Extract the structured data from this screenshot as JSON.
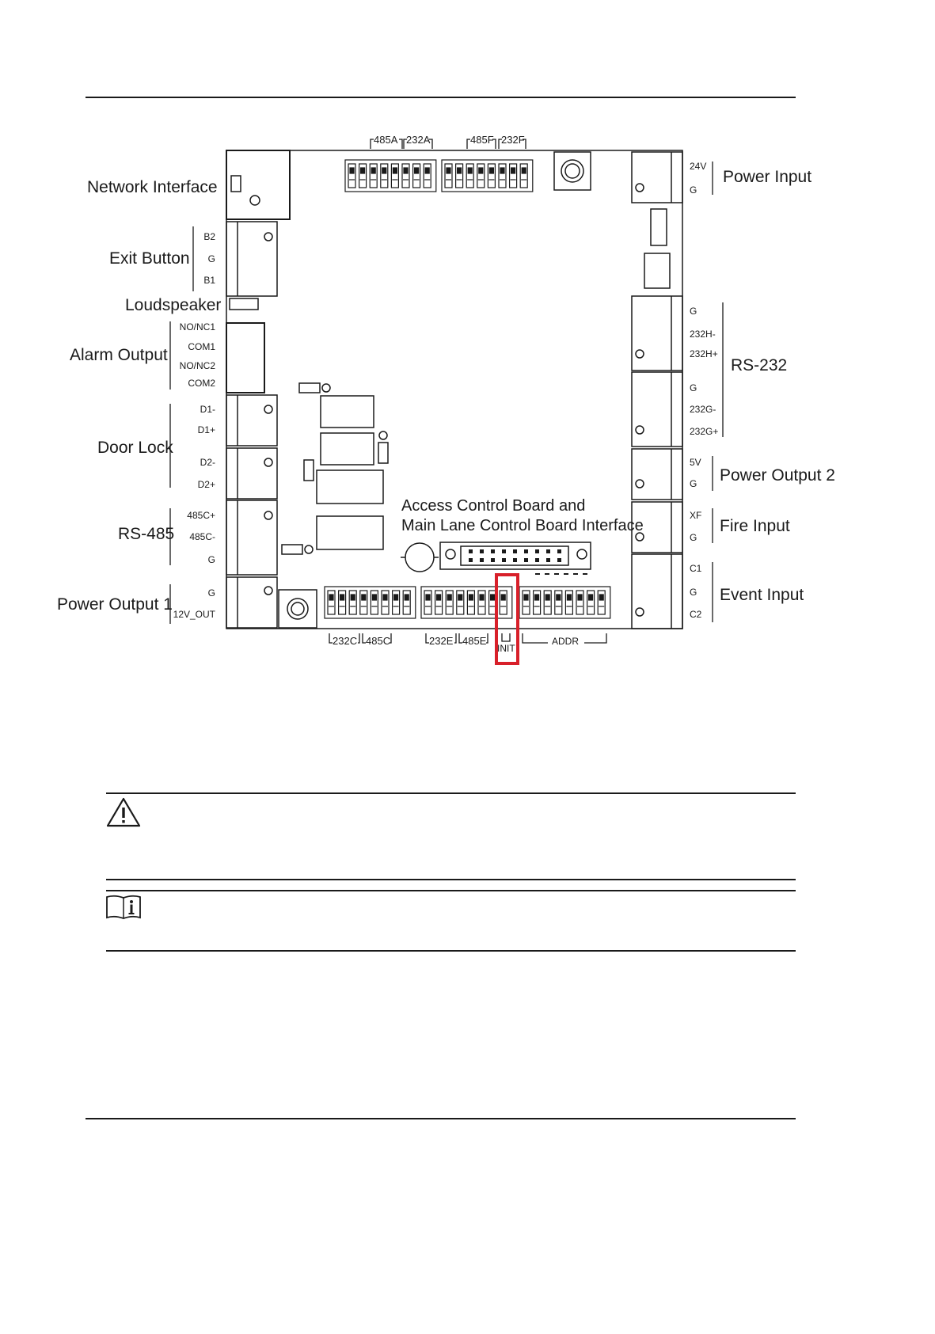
{
  "diagram": {
    "left_labels": {
      "network_interface": "Network Interface",
      "exit_button": "Exit Button",
      "loudspeaker": "Loudspeaker",
      "alarm_output": "Alarm Output",
      "door_lock": "Door Lock",
      "rs485": "RS-485",
      "power_output_1": "Power Output 1"
    },
    "right_labels": {
      "power_input": "Power Input",
      "rs232": "RS-232",
      "power_output_2": "Power Output 2",
      "fire_input": "Fire Input",
      "event_input": "Event Input"
    },
    "center_label_line1": "Access Control Board and",
    "center_label_line2": "Main Lane Control Board Interface",
    "left_pins": {
      "b2": "B2",
      "g1": "G",
      "b1": "B1",
      "nonc1": "NO/NC1",
      "com1": "COM1",
      "nonc2": "NO/NC2",
      "com2": "COM2",
      "d1m": "D1-",
      "d1p": "D1+",
      "d2m": "D2-",
      "d2p": "D2+",
      "c485p": "485C+",
      "c485m": "485C-",
      "g485": "G",
      "gpo": "G",
      "v12out": "12V_OUT"
    },
    "right_pins": {
      "v24": "24V",
      "gpi": "G",
      "g232a": "G",
      "h232m": "232H-",
      "h232p": "232H+",
      "g232b": "G",
      "g232m": "232G-",
      "g232p": "232G+",
      "v5": "5V",
      "g5": "G",
      "xf": "XF",
      "gxf": "G",
      "c1": "C1",
      "gc": "G",
      "c2": "C2"
    },
    "top_dip_labels": {
      "a485": "485A",
      "a232": "232A",
      "f485": "485F",
      "f232": "232F"
    },
    "bottom_dip_labels": {
      "c232": "232C",
      "c485": "485C",
      "e232": "232E",
      "e485": "485E",
      "init": "INIT",
      "addr": "ADDR"
    },
    "highlight_color": "#d8202a"
  },
  "icons": {
    "caution": "warning-triangle-icon",
    "note": "info-book-icon"
  }
}
